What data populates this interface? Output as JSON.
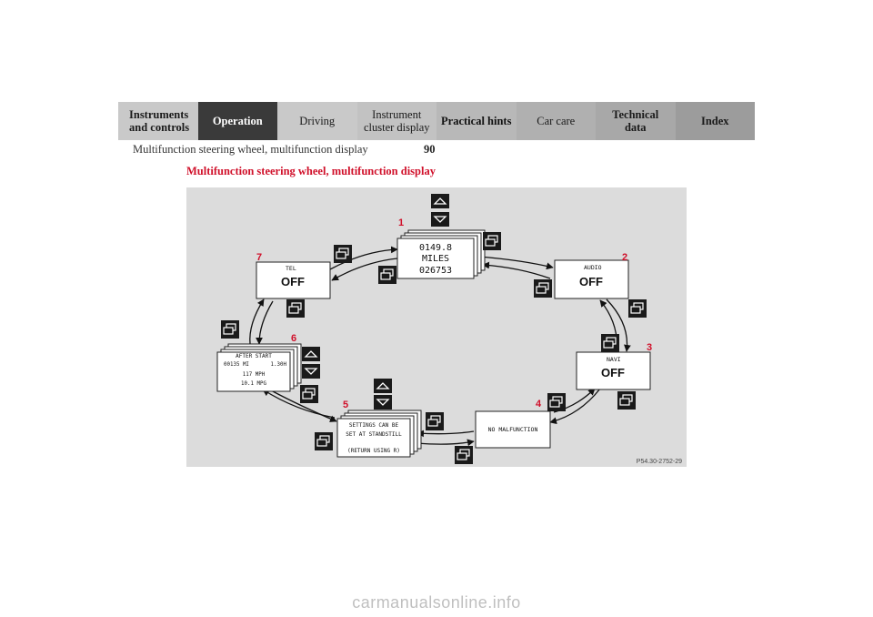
{
  "nav": {
    "tabs": [
      {
        "label": "Instruments\nand controls"
      },
      {
        "label": "Operation"
      },
      {
        "label": "Driving"
      },
      {
        "label": "Instrument\ncluster display"
      },
      {
        "label": "Practical hints"
      },
      {
        "label": "Car care"
      },
      {
        "label": "Technical\ndata"
      },
      {
        "label": "Index"
      }
    ]
  },
  "header": {
    "running_title": "Multifunction steering wheel, multifunction display",
    "page_number": "90"
  },
  "section": {
    "title": "Multifunction steering wheel, multifunction display"
  },
  "figure": {
    "background": "#dcdcdc",
    "callout_color": "#d0102a",
    "ref_code": "P54.30-2752-29",
    "callouts": [
      "1",
      "2",
      "3",
      "4",
      "5",
      "6",
      "7"
    ],
    "displays": {
      "trip": {
        "line1": "0149.8",
        "line2": "MILES",
        "line3": "026753"
      },
      "audio": {
        "label": "AUDIO",
        "value": "OFF"
      },
      "navi": {
        "label": "NAVI",
        "value": "OFF"
      },
      "malfunction": {
        "text": "NO MALFUNCTION"
      },
      "settings": {
        "line1": "SETTINGS CAN BE",
        "line2": "SET AT STANDSTILL",
        "line3": "(RETURN USING R)"
      },
      "after_start": {
        "line1": "AFTER START",
        "line2a": "00135 MI",
        "line2b": "1.30H",
        "line3": "117 MPH",
        "line4": "10.1 MPG"
      },
      "tel": {
        "label": "TEL",
        "value": "OFF"
      }
    }
  },
  "watermark": "carmanualsonline.info"
}
